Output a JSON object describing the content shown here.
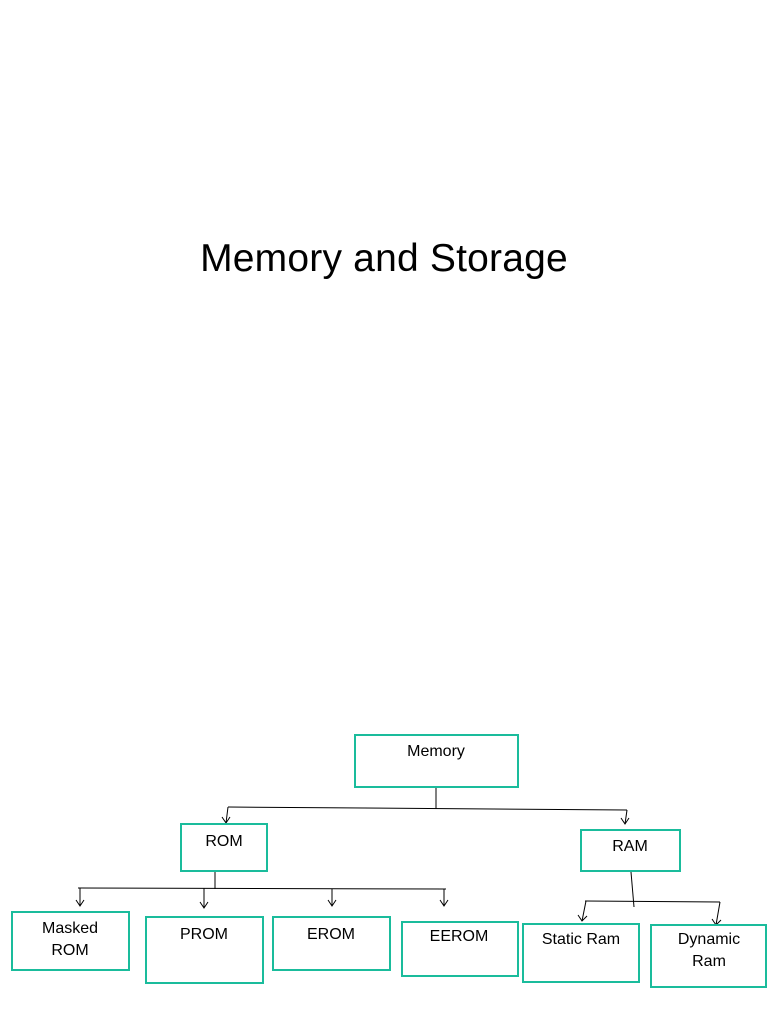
{
  "title": "Memory and Storage",
  "diagram": {
    "nodes": {
      "memory": {
        "lines": [
          "Memory"
        ]
      },
      "rom": {
        "lines": [
          "ROM"
        ]
      },
      "ram": {
        "lines": [
          "RAM"
        ]
      },
      "masked_rom": {
        "lines": [
          "Masked",
          "ROM"
        ]
      },
      "prom": {
        "lines": [
          "PROM"
        ]
      },
      "erom": {
        "lines": [
          "EROM"
        ]
      },
      "eerom": {
        "lines": [
          "EEROM"
        ]
      },
      "static_ram": {
        "lines": [
          "Static Ram"
        ]
      },
      "dynamic_ram": {
        "lines": [
          "Dynamic",
          "Ram"
        ]
      }
    },
    "edges": [
      [
        "memory",
        "rom"
      ],
      [
        "memory",
        "ram"
      ],
      [
        "rom",
        "masked_rom"
      ],
      [
        "rom",
        "prom"
      ],
      [
        "rom",
        "erom"
      ],
      [
        "rom",
        "eerom"
      ],
      [
        "ram",
        "static_ram"
      ],
      [
        "ram",
        "dynamic_ram"
      ]
    ],
    "colors": {
      "box_border": "#1abc9c",
      "line": "#000000",
      "text": "#000000"
    }
  }
}
